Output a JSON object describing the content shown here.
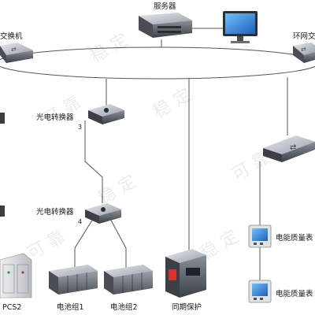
{
  "labels": {
    "server": "服务器",
    "switch_left": "交换机",
    "switch_right": "环网交",
    "converter_3": "光电转换器",
    "converter_3_num": "3",
    "converter_4": "光电转换器",
    "converter_4_num": "4",
    "pcs2": "PCS2",
    "battery_1": "电池组1",
    "battery_2": "电池组2",
    "sync_protect": "同期保护",
    "power_meter_1": "电能质量表",
    "power_meter_2": "电能质量表"
  },
  "colors": {
    "line": "#555555",
    "device_dark": "#3a3d42",
    "device_mid": "#6b7078",
    "screen_blue": "#2f7fd6"
  }
}
